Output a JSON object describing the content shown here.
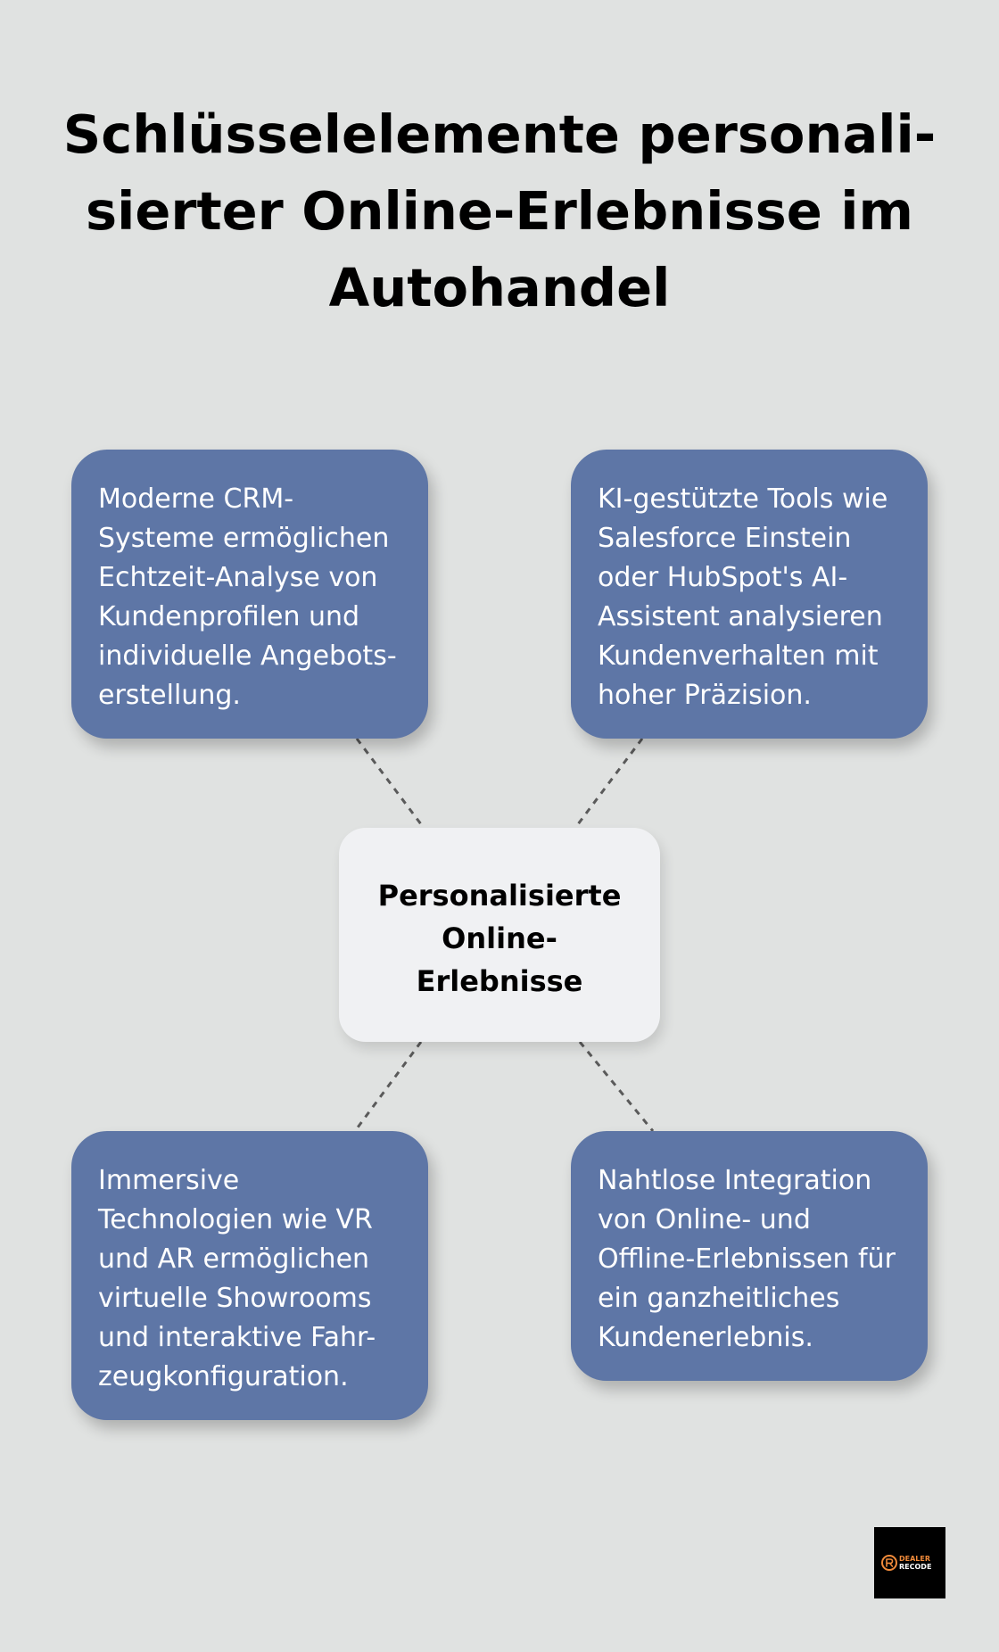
{
  "title": {
    "lines": [
      "Schlüsselelemente personali-",
      "sierter Online-Erlebnisse im",
      "Autohandel"
    ]
  },
  "center": {
    "lines": [
      "Personalisierte",
      "Online-",
      "Erlebnisse"
    ]
  },
  "cards": [
    {
      "lines": [
        "Moderne CRM-",
        "Systeme ermöglichen",
        "Echtzeit-Analyse von",
        "Kundenprofilen und",
        "individuelle Angebots-",
        "erstellung."
      ]
    },
    {
      "lines": [
        "KI-gestützte Tools wie",
        "Salesforce Einstein",
        "oder HubSpot's AI-",
        "Assistent analysieren",
        "Kundenverhalten mit",
        "hoher Präzision."
      ]
    },
    {
      "lines": [
        "Immersive",
        "Technologien wie VR",
        "und AR ermöglichen",
        "virtuelle Showrooms",
        "und interaktive Fahr-",
        "zeugkonfiguration."
      ]
    },
    {
      "lines": [
        "Nahtlose Integration",
        "von Online- und",
        "Offline-Erlebnissen für",
        "ein ganzheitliches",
        "Kundenerlebnis."
      ]
    }
  ],
  "logo": {
    "line1": "DEALER",
    "line2": "RECODE",
    "icon": "r-circle-icon"
  },
  "colors": {
    "background": "#e0e2e1",
    "card": "#5e76a6",
    "center_box": "#f0f1f3",
    "connector": "#5a5a5a",
    "logo_accent": "#f08a3a"
  }
}
